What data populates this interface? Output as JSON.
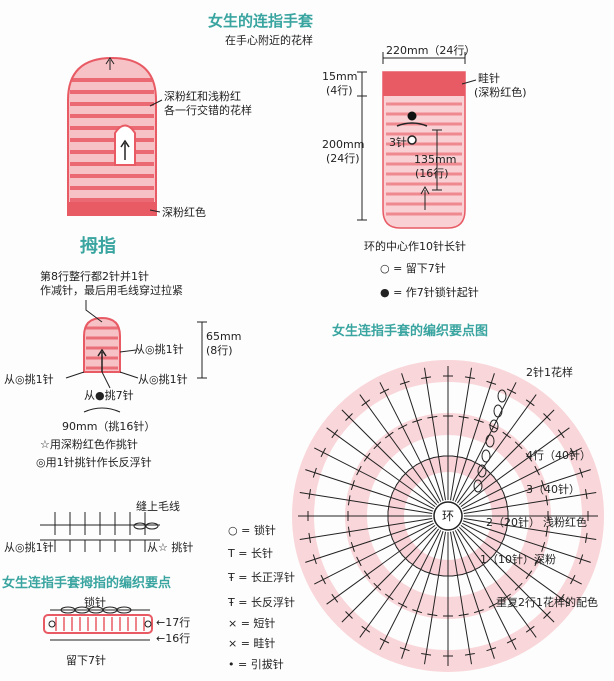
{
  "colors": {
    "deep_pink": "#e85a64",
    "light_pink": "#f5b6bc",
    "teal": "#3aa5a0",
    "ink": "#222222"
  },
  "top": {
    "title": "女生的连指手套",
    "subtitle": "在手心附近的花样"
  },
  "mitten_left": {
    "stripe_note_1": "深粉红和浅粉红",
    "stripe_note_2": "各一行交错的花样",
    "bottom_note": "深粉红色"
  },
  "mitten_right": {
    "width_label": "220mm（24行）",
    "top_height_1": "15mm",
    "top_height_2": "(4行)",
    "total_height_1": "200mm",
    "total_height_2": "(24行)",
    "small_h_1": "135mm",
    "small_h_2": "(16行)",
    "stitch_label": "3针",
    "top_band_1": "畦针",
    "top_band_2": "(深粉红色)",
    "center_note": "环的中心作10针长针",
    "legend_open": "○ = 留下7针",
    "legend_solid": "● = 作7针锁针起针"
  },
  "thumb": {
    "title": "拇指",
    "note_1": "第8行整行都2针并1针",
    "note_2": "作减针，最后用毛线穿过拉紧",
    "h_1": "65mm",
    "h_2": "(8行)",
    "pick_top": "从◎挑1针",
    "pick_left": "从◎挑1针",
    "pick_right": "从◎挑1针",
    "pick_bottom": "从●挑7针",
    "width": "90mm（挑16针）",
    "note_3": "☆用深粉红色作挑针",
    "note_4": "◎用1针挑针作长反浮针"
  },
  "small_chart": {
    "label_top": "缝上毛线",
    "label_left": "从◎挑1针",
    "label_right": "从☆ 挑针"
  },
  "thumb_key": {
    "title": "女生连指手套拇指的编织要点",
    "label_chain": "锁针",
    "row_17": "←17行",
    "row_16": "←16行",
    "label_bottom": "留下7针"
  },
  "legend": [
    {
      "sym": "○",
      "label": "= 锁针"
    },
    {
      "sym": "T",
      "label": "= 长针"
    },
    {
      "sym": "Ŧ",
      "label": "= 长正浮针"
    },
    {
      "sym": "Ŧ",
      "label": "= 长反浮针"
    },
    {
      "sym": "×",
      "label": "= 短针"
    },
    {
      "sym": "×",
      "label": "= 畦针"
    },
    {
      "sym": "•",
      "label": "= 引拔针"
    }
  ],
  "round_chart": {
    "title": "女生连指手套的编织要点图",
    "center": "环",
    "label_repeat": "2针1花样",
    "label_r4": "4行（40针）",
    "label_r3": "3（40针）",
    "label_r2": "2（20针）",
    "label_r2_color": "浅粉红色",
    "label_r1": "1（10针）",
    "label_r1_color": "深粉",
    "label_bottom": "重复2行1花样的配色"
  }
}
